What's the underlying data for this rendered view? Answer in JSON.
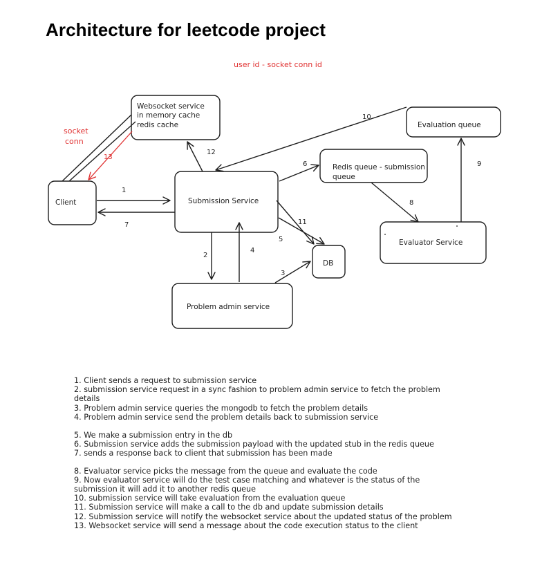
{
  "page": {
    "title": "Architecture for leetcode project"
  },
  "diagram": {
    "mapping_note": "user id - socket conn id",
    "socket_label": [
      "socket",
      "conn"
    ],
    "nodes": {
      "websocket": [
        "Websocket service",
        "in memory cache",
        "redis cache"
      ],
      "client": "Client",
      "submission": "Submission Service",
      "redis_queue": [
        "Redis queue - submission",
        "queue"
      ],
      "evaluation_queue": "Evaluation queue",
      "evaluator": "Evaluator Service",
      "problem_admin": "Problem admin service",
      "db": "DB"
    },
    "edge_labels": {
      "e1": "1",
      "e2": "2",
      "e3": "3",
      "e4": "4",
      "e5": "5",
      "e6": "6",
      "e7": "7",
      "e8": "8",
      "e9": "9",
      "e10": "10",
      "e11": "11",
      "e12": "12",
      "e13": "13"
    },
    "colors": {
      "stroke": "#1e1e1e",
      "accent_red": "#e03131",
      "text": "#1e1e1e"
    }
  },
  "notes": [
    [
      "1. Client sends a request to submission service",
      "2. submission service request in a sync fashion to problem admin service to fetch the problem details",
      "3. Problem admin service queries the mongodb to fetch the problem details",
      "4. Problem admin service send the problem details back to submission service"
    ],
    [
      "5. We make a submission entry in the db",
      "6. Submission service adds the submission payload with the updated stub in the redis queue",
      "7. sends a response back to client that submission has been made"
    ],
    [
      "8. Evaluator service picks the message from the queue and evaluate the code",
      "9. Now evaluator service will do the test case matching and whatever is the status of the submission it will add it to another redis queue",
      "10. submission service will take evaluation from the evaluation queue",
      "11. Submission service will make a call to the db and update submission details",
      "12. Submission service will notify the websocket service about the updated status of the problem",
      "13. Websocket service will send a message about the code execution status to the client"
    ]
  ]
}
